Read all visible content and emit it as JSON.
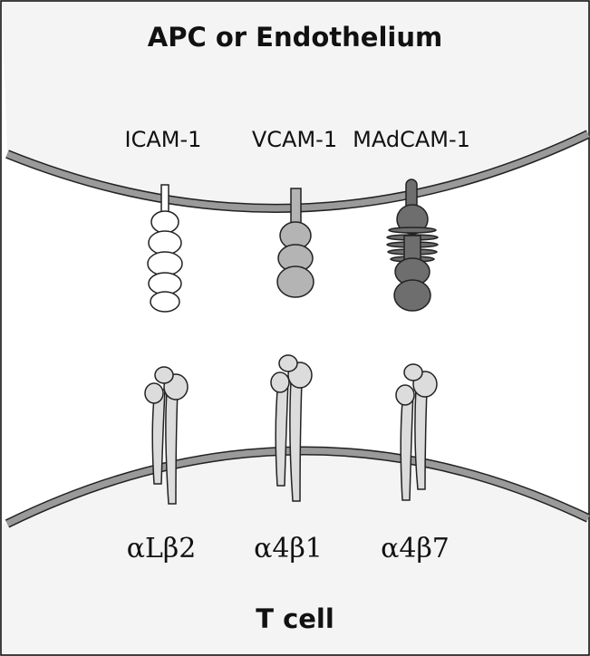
{
  "top_label": "APC or Endothelium",
  "bottom_label": "T cell",
  "ligands": [
    {
      "name": "ICAM-1",
      "fill": "#ffffff"
    },
    {
      "name": "VCAM-1",
      "fill": "#b4b4b4"
    },
    {
      "name": "MAdCAM-1",
      "fill": "#6e6e6e"
    }
  ],
  "integrins": [
    {
      "name": "αLβ2"
    },
    {
      "name": "α4β1"
    },
    {
      "name": "α4β7"
    }
  ],
  "colors": {
    "cell_fill": "#f4f4f4",
    "membrane": "#9a9a9a",
    "outline": "#222222",
    "integrin_fill": "#dcdcdc"
  }
}
